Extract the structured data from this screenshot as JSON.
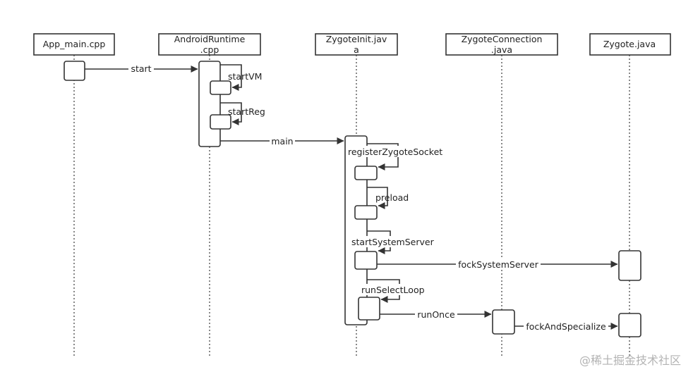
{
  "participants": [
    {
      "id": "app",
      "lines": [
        "App_main.cpp"
      ]
    },
    {
      "id": "runtime",
      "lines": [
        "AndroidRuntime",
        ".cpp"
      ]
    },
    {
      "id": "zinit",
      "lines": [
        "ZygoteInit.jav",
        "a"
      ]
    },
    {
      "id": "zconn",
      "lines": [
        "ZygoteConnection",
        ".java"
      ]
    },
    {
      "id": "zygote",
      "lines": [
        "Zygote.java"
      ]
    }
  ],
  "messages": [
    {
      "id": "start",
      "label": "start",
      "from": "app",
      "to": "runtime"
    },
    {
      "id": "startvm",
      "label": "startVM",
      "from": "runtime",
      "to": "runtime"
    },
    {
      "id": "startreg",
      "label": "startReg",
      "from": "runtime",
      "to": "runtime"
    },
    {
      "id": "main",
      "label": "main",
      "from": "runtime",
      "to": "zinit"
    },
    {
      "id": "registerzygotesocket",
      "label": "registerZygoteSocket",
      "from": "zinit",
      "to": "zinit"
    },
    {
      "id": "preload",
      "label": "preload",
      "from": "zinit",
      "to": "zinit"
    },
    {
      "id": "startsystemserver",
      "label": "startSystemServer",
      "from": "zinit",
      "to": "zinit"
    },
    {
      "id": "focksystemserver",
      "label": "fockSystemServer",
      "from": "zinit",
      "to": "zygote"
    },
    {
      "id": "runselectloop",
      "label": "runSelectLoop",
      "from": "zinit",
      "to": "zinit"
    },
    {
      "id": "runonce",
      "label": "runOnce",
      "from": "zinit",
      "to": "zconn"
    },
    {
      "id": "fockandspecialize",
      "label": "fockAndSpecialize",
      "from": "zconn",
      "to": "zygote"
    }
  ],
  "watermark": "@稀土掘金技术社区"
}
